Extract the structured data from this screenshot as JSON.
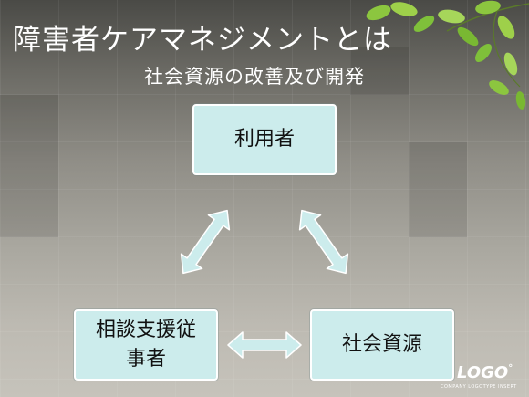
{
  "slide": {
    "title": "障害者ケアマネジメントとは",
    "subtitle": "社会資源の改善及び開発"
  },
  "diagram": {
    "nodes": {
      "user": "利用者",
      "resource": "社会資源",
      "staff": "相談支援従\n事者"
    }
  },
  "branding": {
    "logo": "LOGO",
    "logo_mark": "°",
    "tagline": "COMPANY LOGOTYPE INSERT"
  },
  "colors": {
    "node_fill": "#ccecec",
    "node_border": "#ffffff",
    "arrow_fill": "#ccecec",
    "leaf_green": "#7fc03a"
  },
  "icons": [
    "leaves-decoration",
    "double-arrow-icon"
  ]
}
